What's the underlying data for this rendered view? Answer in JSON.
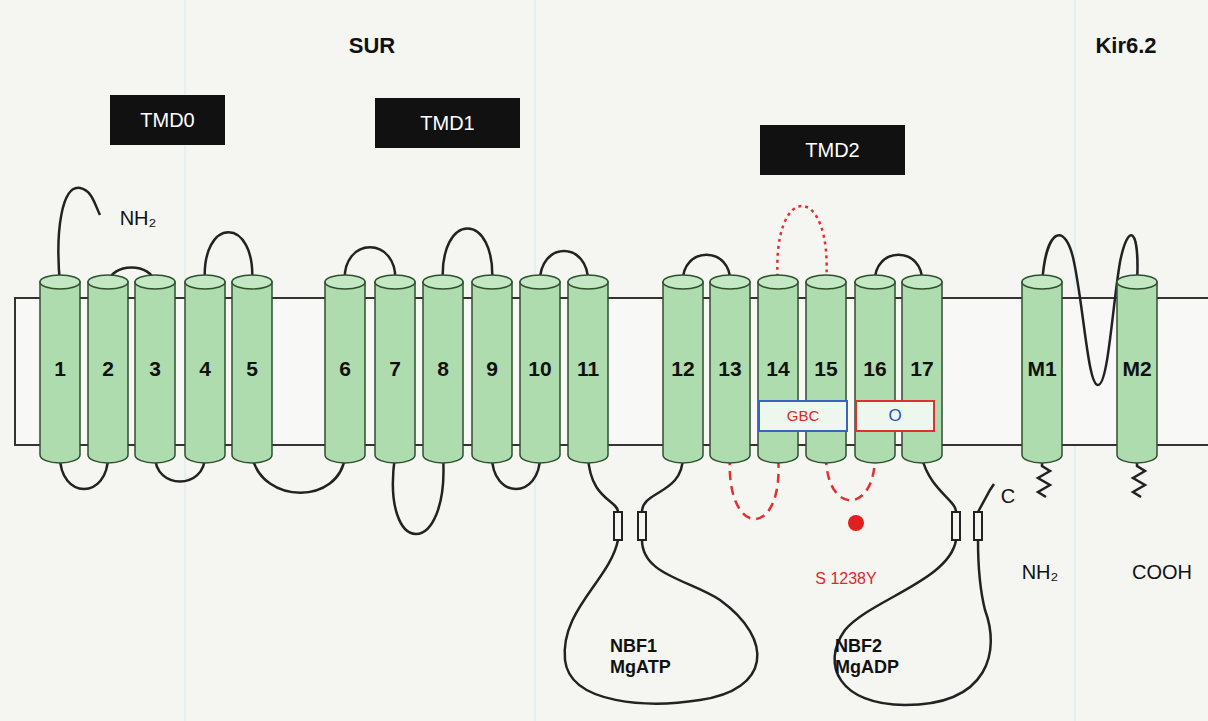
{
  "diagram": {
    "nodes": [
      {
        "text": [
          "TMD0"
        ]
      },
      {
        "text": [
          "TMD1"
        ]
      },
      {
        "text": [
          "TMD2"
        ]
      },
      {
        "text": [
          "1"
        ]
      },
      {
        "text": [
          "2"
        ]
      },
      {
        "text": [
          "3"
        ]
      },
      {
        "text": [
          "4"
        ]
      },
      {
        "text": [
          "5"
        ]
      },
      {
        "text": [
          "6"
        ]
      },
      {
        "text": [
          "7"
        ]
      },
      {
        "text": [
          "8"
        ]
      },
      {
        "text": [
          "9"
        ]
      },
      {
        "text": [
          "10"
        ]
      },
      {
        "text": [
          "11"
        ]
      },
      {
        "text": [
          "12"
        ]
      },
      {
        "text": [
          "13"
        ]
      },
      {
        "text": [
          "14"
        ]
      },
      {
        "text": [
          "15"
        ]
      },
      {
        "text": [
          "16"
        ]
      },
      {
        "text": [
          "17"
        ]
      },
      {
        "text": [
          "GBC"
        ]
      },
      {
        "text": [
          "O"
        ]
      },
      {
        "text": [
          "M1"
        ]
      },
      {
        "text": [
          "M2"
        ]
      },
      {
        "text": [
          "NBF1 MgATP"
        ]
      },
      {
        "text": [
          "NBF2 MgADP"
        ]
      }
    ],
    "labels": [
      "SUR",
      "Kir6.2",
      "NH₂",
      "S 1238Y",
      "C",
      "NH₂",
      "COOH"
    ]
  }
}
